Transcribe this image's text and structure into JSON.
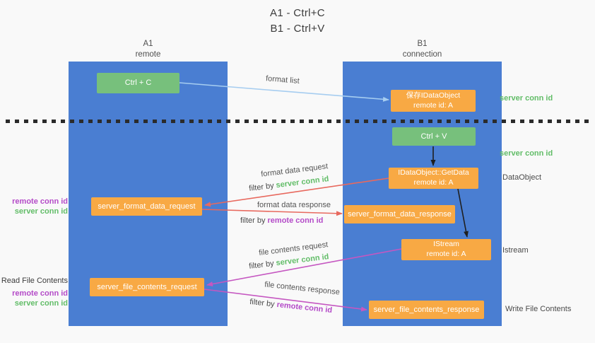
{
  "title": {
    "line1": "A1 - Ctrl+C",
    "line2": "B1 - Ctrl+V"
  },
  "lifelines": {
    "left": {
      "name": "A1",
      "subtitle": "remote"
    },
    "right": {
      "name": "B1",
      "subtitle": "connection"
    }
  },
  "nodes": {
    "ctrl_c": {
      "label": "Ctrl + C"
    },
    "save_idataobject": {
      "line1": "保存IDataObject",
      "line2": "remote id: A"
    },
    "ctrl_v": {
      "label": "Ctrl + V"
    },
    "getdata": {
      "line1": "IDataObject::GetData",
      "line2": "remote id: A"
    },
    "format_request": {
      "label": "server_format_data_request"
    },
    "format_response": {
      "label": "server_format_data_response"
    },
    "istream": {
      "line1": "IStream",
      "line2": "remote id: A"
    },
    "file_request": {
      "label": "server_file_contents_request"
    },
    "file_response": {
      "label": "server_file_contents_response"
    }
  },
  "arrow_labels": {
    "format_list": "format list",
    "format_data_request": "format data request",
    "format_data_response": "format data response",
    "file_contents_request": "file contents request",
    "file_contents_response": "file contents response",
    "filter_by": "filter by "
  },
  "annotations": {
    "server_conn_id": "server conn id",
    "remote_conn_id": "remote conn id",
    "dataobject": "DataObject",
    "istream": "Istream",
    "read_file_contents": "Read File Contents",
    "write_file_contents": "Write File Contents"
  },
  "colors": {
    "background": "#f9f9f9",
    "blue_column": "#4a7ed2",
    "green_box": "#77c07c",
    "orange_box": "#f8a944",
    "green_text": "#62bd68",
    "purple_text": "#b44bc8",
    "arrow_red": "#e8695e",
    "arrow_magenta": "#c557c1",
    "arrow_blue": "#a6cdf0",
    "arrow_black": "#1f1f1f",
    "separator": "#2b2b2b",
    "text_dark": "#3c3c3c"
  }
}
